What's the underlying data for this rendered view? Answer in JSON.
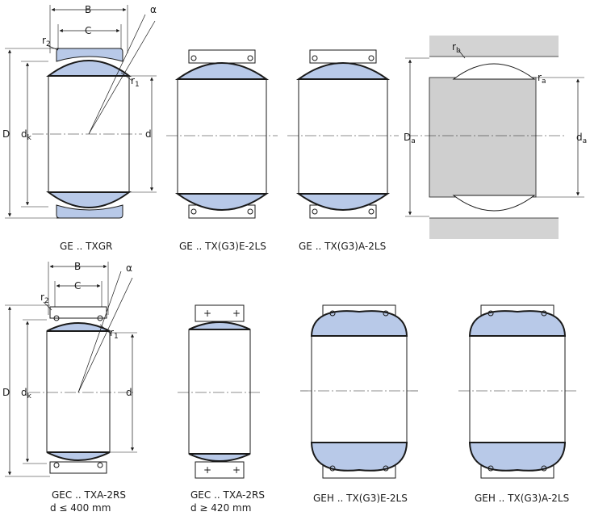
{
  "colors": {
    "blue": "#b8c9e8",
    "line": "#1a1a1a",
    "gray": "#d3d3d3",
    "shaft": "#cfcfcf"
  },
  "dims": {
    "B": "B",
    "C": "C",
    "alpha": "α",
    "r": "r",
    "r1_sub": "1",
    "r2_sub": "2",
    "D": "D",
    "d": "d",
    "dk_main": "d",
    "dk_sub": "k",
    "rb_sub": "b",
    "ra_sub": "a",
    "Da_main": "D",
    "Da_sub": "a",
    "da_main": "d",
    "da_sub": "a",
    "plus": "+"
  },
  "captions": {
    "ge_txgr": "GE .. TXGR",
    "ge_txg3e": "GE .. TX(G3)E-2LS",
    "ge_txg3a": "GE .. TX(G3)A-2LS",
    "gec_small_1": "GEC .. TXA-2RS",
    "gec_small_2": "d ≤ 400 mm",
    "gec_large_1": "GEC .. TXA-2RS",
    "gec_large_2": "d ≥ 420 mm",
    "geh_e": "GEH .. TX(G3)E-2LS",
    "geh_a": "GEH .. TX(G3)A-2LS"
  }
}
